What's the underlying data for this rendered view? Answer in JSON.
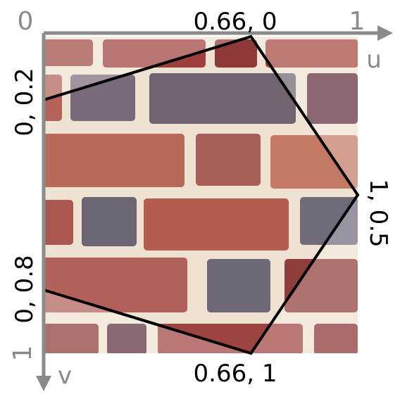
{
  "axes": {
    "origin_label": "0",
    "u_end_label": "1",
    "v_end_label": "1",
    "u_name": "u",
    "v_name": "v",
    "color": "#8a8a8a"
  },
  "polygon": {
    "stroke_color": "#000000",
    "vertices": [
      {
        "u": 0.66,
        "v": 0,
        "label": "0.66, 0"
      },
      {
        "u": 1,
        "v": 0.5,
        "label": "1, 0.5"
      },
      {
        "u": 0.66,
        "v": 1,
        "label": "0.66, 1"
      },
      {
        "u": 0,
        "v": 0.8,
        "label": "0, 0.8"
      },
      {
        "u": 0,
        "v": 0.2,
        "label": "0, 0.2"
      }
    ]
  },
  "texture": {
    "name": "brick-wall",
    "mortar_color": "#efe2d2",
    "brick_colors": [
      "#a5554c",
      "#b9685a",
      "#7d6d7e",
      "#8b3436",
      "#c07a66",
      "#6b3d4a",
      "#ad5a4f"
    ],
    "outside_tint": "#ffffff"
  }
}
